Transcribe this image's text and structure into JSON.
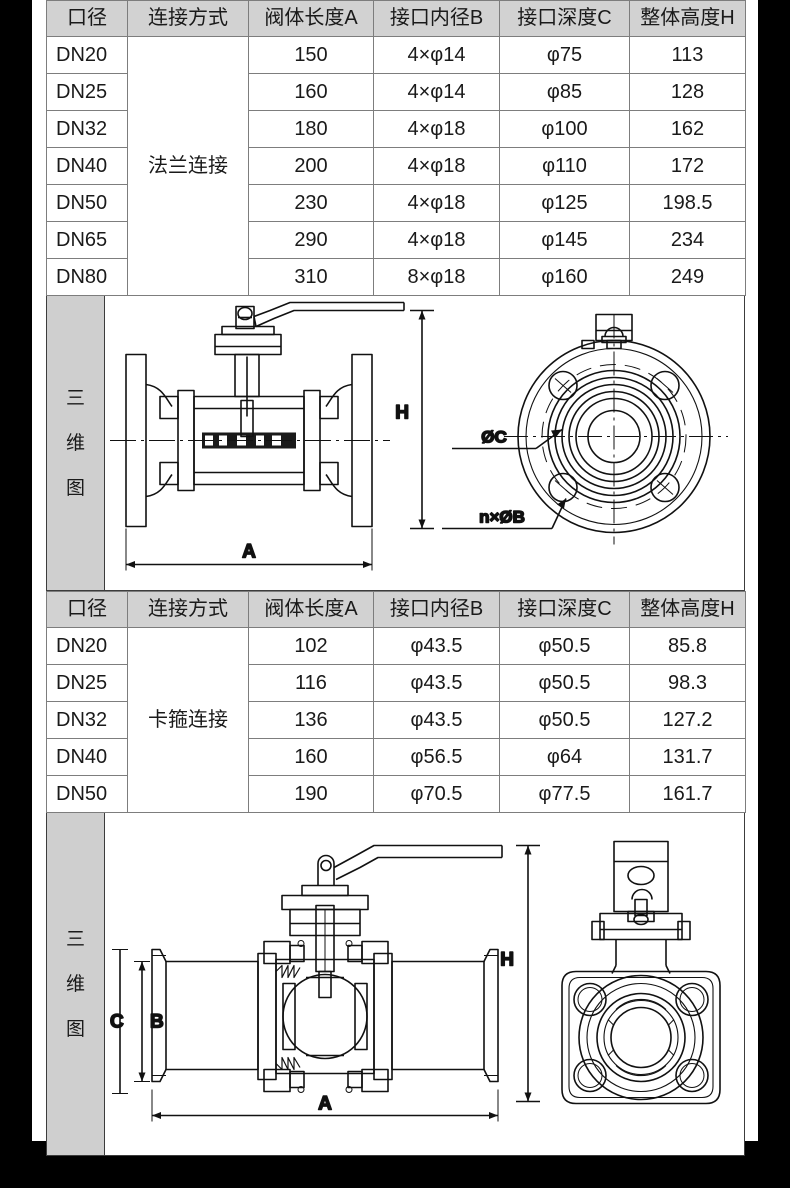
{
  "page": {
    "background": "#000000",
    "sheet_background": "#ffffff",
    "header_fill": "#d2d2d2",
    "label_fill": "#cfcfcf",
    "line_color": "#1a1a1a"
  },
  "columns": [
    "口径",
    "连接方式",
    "阀体长度A",
    "接口内径B",
    "接口深度C",
    "整体高度H"
  ],
  "table_flange": {
    "connection_label": "法兰连接",
    "rows": [
      {
        "dn": "DN20",
        "a": "150",
        "b": "4×φ14",
        "c": "φ75",
        "h": "113"
      },
      {
        "dn": "DN25",
        "a": "160",
        "b": "4×φ14",
        "c": "φ85",
        "h": "128"
      },
      {
        "dn": "DN32",
        "a": "180",
        "b": "4×φ18",
        "c": "φ100",
        "h": "162"
      },
      {
        "dn": "DN40",
        "a": "200",
        "b": "4×φ18",
        "c": "φ110",
        "h": "172"
      },
      {
        "dn": "DN50",
        "a": "230",
        "b": "4×φ18",
        "c": "φ125",
        "h": "198.5"
      },
      {
        "dn": "DN65",
        "a": "290",
        "b": "4×φ18",
        "c": "φ145",
        "h": "234"
      },
      {
        "dn": "DN80",
        "a": "310",
        "b": "8×φ18",
        "c": "φ160",
        "h": "249"
      }
    ]
  },
  "drawing_flange": {
    "label_chars": [
      "三",
      "维",
      "图"
    ],
    "dimensions": {
      "length": "A",
      "height": "H",
      "bore_diameter": "ØC",
      "bolt_holes": "n×ØB"
    },
    "views": [
      "side-section-view",
      "flange-face-view"
    ]
  },
  "table_clamp": {
    "connection_label": "卡箍连接",
    "rows": [
      {
        "dn": "DN20",
        "a": "102",
        "b": "φ43.5",
        "c": "φ50.5",
        "h": "85.8"
      },
      {
        "dn": "DN25",
        "a": "116",
        "b": "φ43.5",
        "c": "φ50.5",
        "h": "98.3"
      },
      {
        "dn": "DN32",
        "a": "136",
        "b": "φ43.5",
        "c": "φ50.5",
        "h": "127.2"
      },
      {
        "dn": "DN40",
        "a": "160",
        "b": "φ56.5",
        "c": "φ64",
        "h": "131.7"
      },
      {
        "dn": "DN50",
        "a": "190",
        "b": "φ70.5",
        "c": "φ77.5",
        "h": "161.7"
      }
    ]
  },
  "drawing_clamp": {
    "label_chars": [
      "三",
      "维",
      "图"
    ],
    "dimensions": {
      "length": "A",
      "height": "H",
      "bore": "B",
      "outer": "C"
    },
    "views": [
      "clamp-section-view",
      "square-flange-face-view"
    ]
  }
}
